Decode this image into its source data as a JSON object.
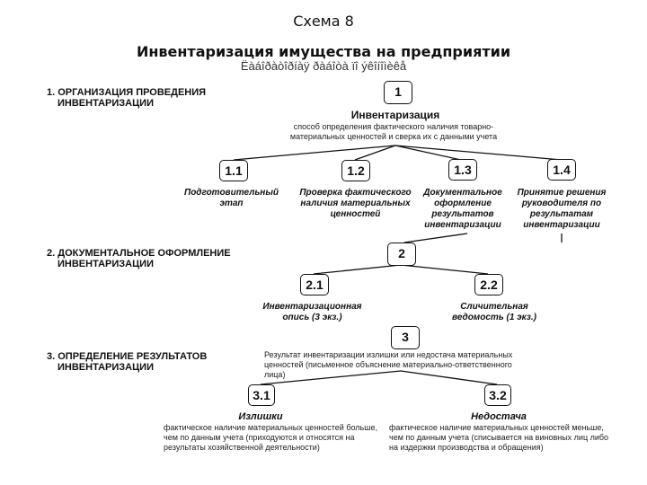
{
  "header": {
    "scheme": "Схема 8",
    "title": "Инвентаризация имущества на предприятии",
    "garbled": "Ëàáîðàòîðíàÿ ðàáîòà ïî ýêîíîìèêå"
  },
  "sections": [
    {
      "line1": "1. ОРГАНИЗАЦИЯ ПРОВЕДЕНИЯ",
      "line2": "ИНВЕНТАРИЗАЦИИ"
    },
    {
      "line1": "2. ДОКУМЕНТАЛЬНОЕ ОФОРМЛЕНИЕ",
      "line2": "ИНВЕНТАРИЗАЦИИ"
    },
    {
      "line1": "3. ОПРЕДЕЛЕНИЕ РЕЗУЛЬТАТОВ",
      "line2": "ИНВЕНТАРИЗАЦИИ"
    }
  ],
  "node1": {
    "label": "1",
    "heading": "Инвентаризация",
    "desc": "способ определения фактического наличия товарно-материальных ценностей и сверка их с данными учета"
  },
  "node1_children": [
    {
      "label": "1.1",
      "caption": "Подготовительный этап"
    },
    {
      "label": "1.2",
      "caption": "Проверка фактического наличия материальных ценностей"
    },
    {
      "label": "1.3",
      "caption": "Документальное оформление результатов инвентаризации"
    },
    {
      "label": "1.4",
      "caption": "Принятие решения руководителя по результатам инвентаризации"
    }
  ],
  "node2": {
    "label": "2"
  },
  "node2_children": [
    {
      "label": "2.1",
      "caption": "Инвентаризационная опись (3 экз.)"
    },
    {
      "label": "2.2",
      "caption": "Сличительная ведомость (1 экз.)"
    }
  ],
  "node3": {
    "label": "3",
    "desc": "Результат инвентаризации излишки или недостача материальных ценностей (письменное объяснение материально-ответственного лица)"
  },
  "node3_children": [
    {
      "label": "3.1",
      "caption": "Излишки",
      "desc": "фактическое наличие материальных ценностей больше, чем по данным учета (приходуются и относятся на результаты хозяйственной деятельности)"
    },
    {
      "label": "3.2",
      "caption": "Недостача",
      "desc": "фактическое наличие материальных ценностей меньше, чем по данным учета (списывается на виновных лиц либо на издержки производства и обращения)"
    }
  ]
}
